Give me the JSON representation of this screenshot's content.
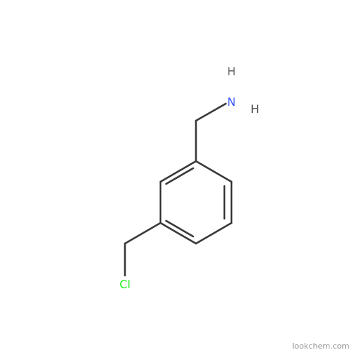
{
  "atoms": {
    "nitrogen": "N",
    "hydrogen_top": "H",
    "hydrogen_right": "H",
    "chlorine": "Cl"
  },
  "colors": {
    "bond": "#3a3a3a",
    "nitrogen": "#3050f8",
    "hydrogen": "#555555",
    "chlorine": "#1ff01f"
  },
  "watermark": "lookchem.com"
}
